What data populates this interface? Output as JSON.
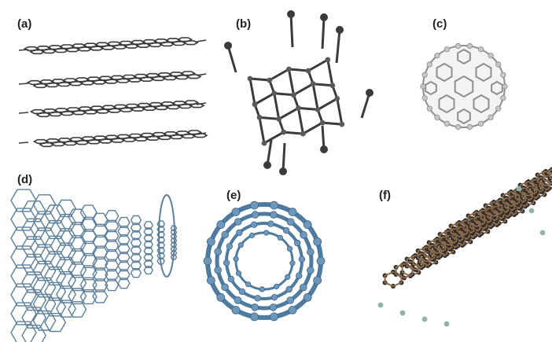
{
  "figure": {
    "panels": [
      {
        "id": "a",
        "label": "(a)"
      },
      {
        "id": "b",
        "label": "(b)"
      },
      {
        "id": "c",
        "label": "(c)"
      },
      {
        "id": "d",
        "label": "(d)"
      },
      {
        "id": "e",
        "label": "(e)"
      },
      {
        "id": "f",
        "label": "(f)"
      }
    ],
    "colors": {
      "graphite": "#3a3a3a",
      "diamond": "#3b3b3b",
      "fullerene": "#8f8f8f",
      "nanotube_outline": "#5d7f99",
      "nanotube_ball": "#6d97bb",
      "graphene_bond": "#8a6a4a",
      "graphene_atom": "#2e2a28",
      "graphene_h": "#8fb3a8"
    }
  }
}
